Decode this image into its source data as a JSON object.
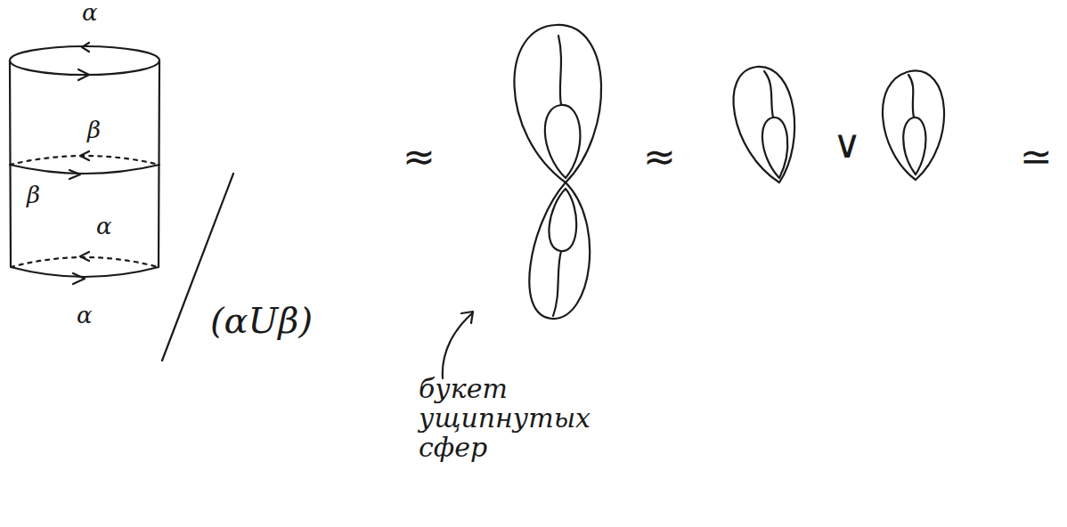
{
  "diagram": {
    "labels": [
      "α",
      "β",
      "β",
      "α",
      "α",
      "(αUβ)",
      "≈",
      "≈",
      "∨",
      "≃",
      "букет ущипнутых сфер"
    ]
  }
}
